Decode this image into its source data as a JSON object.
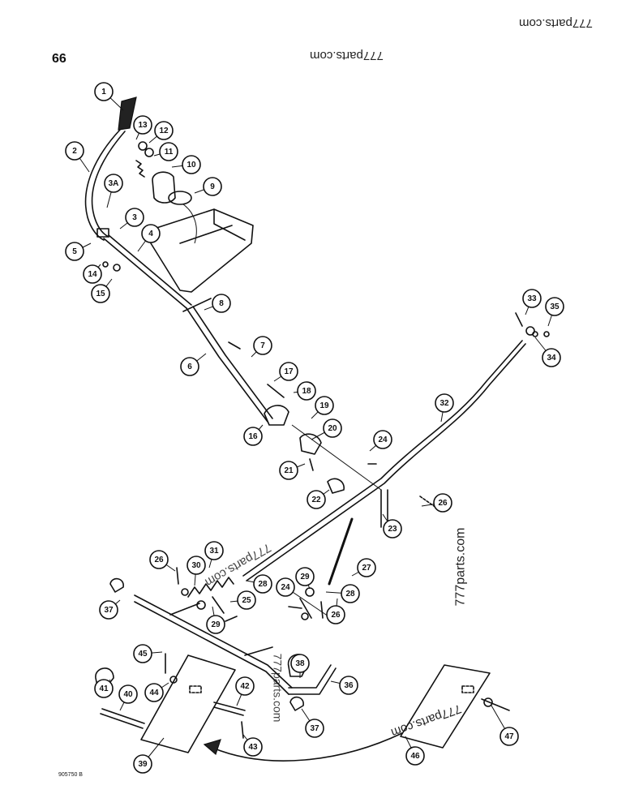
{
  "page_number": "66",
  "figure_code": "905750 B",
  "watermarks": {
    "top_right": "777parts.com",
    "top_center": "777parts.com",
    "mid_diagonal": "777parts.com",
    "right_vertical": "777parts.com",
    "center_vertical": "777parts.com",
    "bottom_right": "777parts.com"
  },
  "callouts": [
    "1",
    "2",
    "3",
    "3A",
    "4",
    "5",
    "6",
    "7",
    "8",
    "9",
    "10",
    "11",
    "12",
    "13",
    "14",
    "15",
    "16",
    "17",
    "18",
    "19",
    "20",
    "21",
    "22",
    "23",
    "24",
    "24",
    "25",
    "26",
    "26",
    "26",
    "27",
    "28",
    "28",
    "29",
    "29",
    "30",
    "31",
    "32",
    "33",
    "34",
    "35",
    "36",
    "37",
    "37",
    "38",
    "39",
    "40",
    "41",
    "42",
    "43",
    "44",
    "45",
    "46",
    "47"
  ]
}
